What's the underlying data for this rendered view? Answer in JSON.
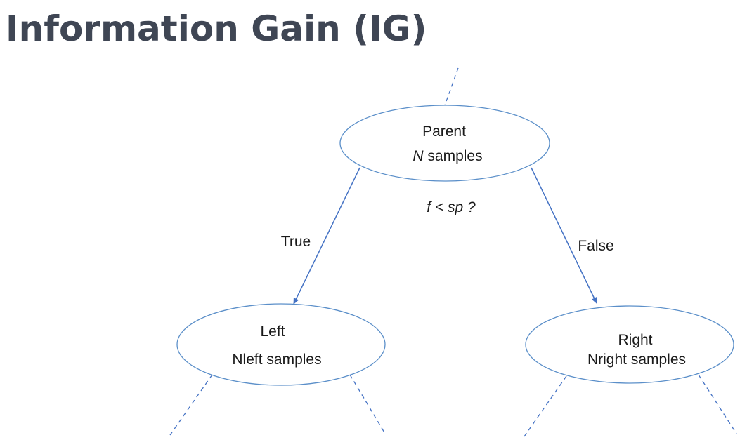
{
  "title": "Information Gain (IG)",
  "colors": {
    "title": "#3f4654",
    "node_stroke": "#5b8fc9",
    "edge": "#4472c4",
    "text": "#1a1a1a"
  },
  "tree": {
    "parent": {
      "label": "Parent",
      "count_var": "N",
      "count_suffix": " samples"
    },
    "condition": "f < sp ?",
    "left_edge_label": "True",
    "right_edge_label": "False",
    "left": {
      "label": "Left",
      "samples": "Nleft samples"
    },
    "right": {
      "label": "Right",
      "samples": "Nright samples"
    }
  }
}
